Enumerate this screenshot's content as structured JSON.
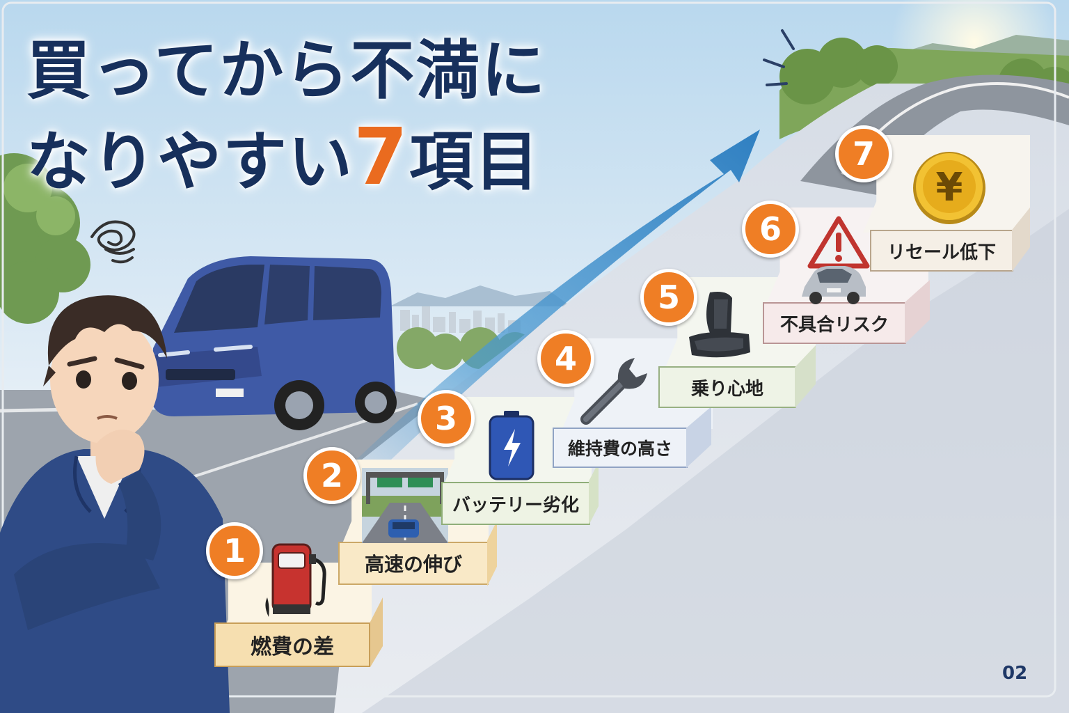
{
  "title": {
    "line1": "買ってから不満に",
    "line2_prefix": "なりやすい",
    "number": "7",
    "line2_suffix": "項目"
  },
  "steps": [
    {
      "number": "1",
      "label": "燃費の差",
      "icon": "fuel-pump-icon"
    },
    {
      "number": "2",
      "label": "高速の伸び",
      "icon": "highway-icon"
    },
    {
      "number": "3",
      "label": "バッテリー劣化",
      "icon": "battery-icon"
    },
    {
      "number": "4",
      "label": "維持費の高さ",
      "icon": "wrench-icon"
    },
    {
      "number": "5",
      "label": "乗り心地",
      "icon": "car-seat-icon"
    },
    {
      "number": "6",
      "label": "不具合リスク",
      "icon": "warning-icon"
    },
    {
      "number": "7",
      "label": "リセール低下",
      "icon": "yen-coin-icon"
    }
  ],
  "icons": {
    "coin_symbol": "¥"
  },
  "page_number": "02",
  "colors": {
    "title": "#17305c",
    "accent": "#ea6b1f",
    "badge": "#ef7e25",
    "arrow": "#3f8fcb"
  }
}
